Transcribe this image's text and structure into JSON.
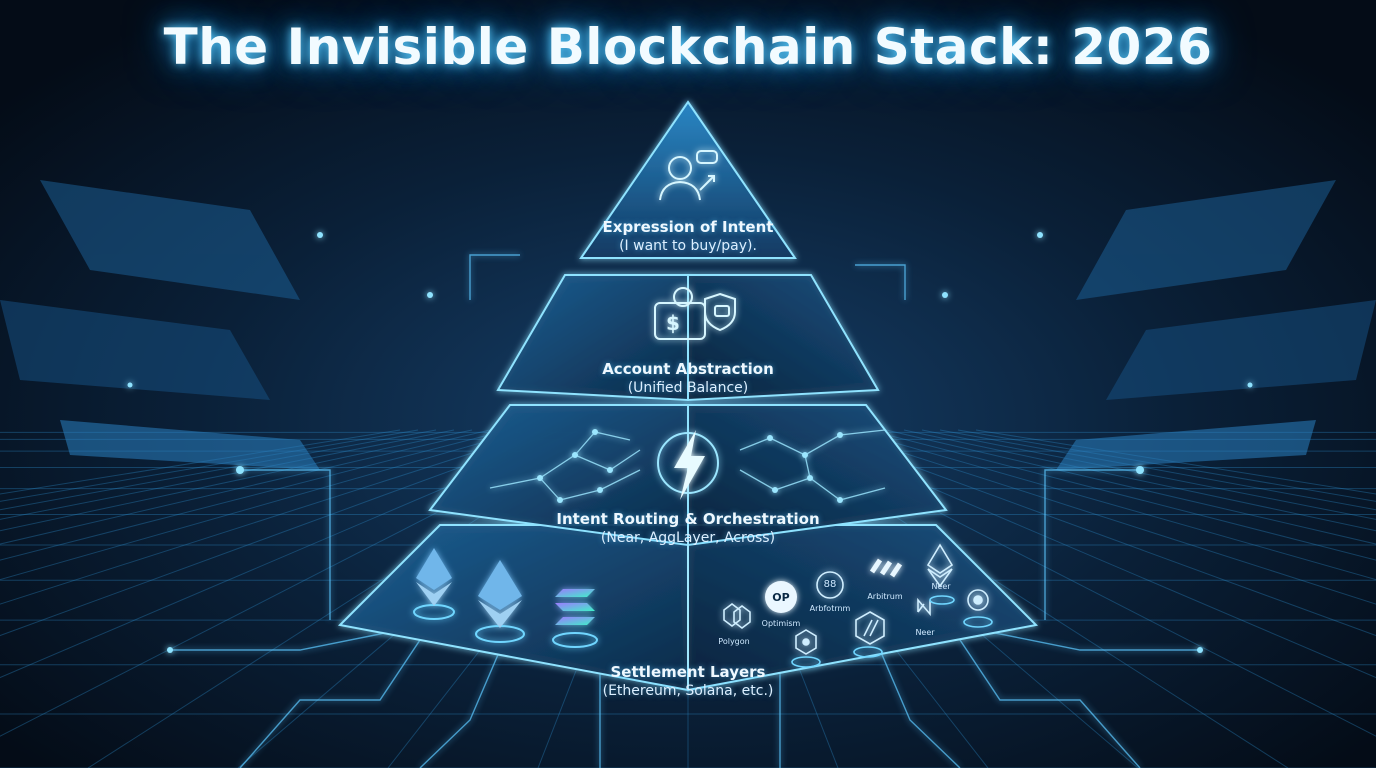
{
  "title": "The Invisible Blockchain Stack: 2026",
  "layers": [
    {
      "heading": "Expression of Intent",
      "sub": "(I want to buy/pay)."
    },
    {
      "heading": "Account Abstraction",
      "sub": "(Unified Balance)"
    },
    {
      "heading": "Intent Routing & Orchestration",
      "sub": "(Near, AggLayer, Across)"
    },
    {
      "heading": "Settlement Layers",
      "sub": "(Ethereum, Solana, etc.)"
    }
  ],
  "chain_logos": {
    "op_badge": "OP",
    "eight_badge": "88",
    "polygon": "Polygon",
    "optimism": "Optimism",
    "arbitrum_a": "Arbfotrnm",
    "arbitrum_b": "Arbitrum",
    "near_a": "Neer",
    "near_b": "Neer"
  },
  "icons": {
    "top": "user-intent-icon",
    "second": "wallet-shield-icon",
    "third": "lightning-network-icon",
    "base_left": [
      "ethereum-icon",
      "ethereum-icon",
      "solana-icon"
    ]
  },
  "colors": {
    "background": "#071423",
    "glow": "#5fd0ff",
    "accent": "#33b8ff"
  }
}
